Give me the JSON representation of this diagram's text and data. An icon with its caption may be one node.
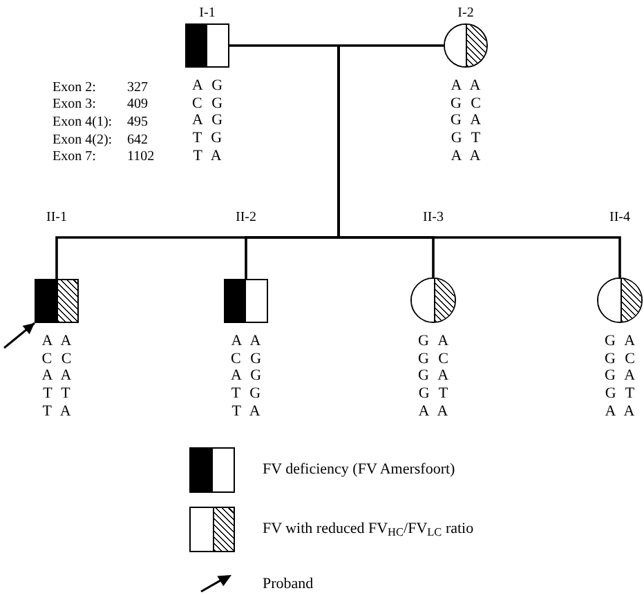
{
  "diagram": {
    "nodes": [
      {
        "text": [
          "I-1"
        ],
        "beside": [
          "A G",
          "C G",
          "A G",
          "T G",
          "T A"
        ]
      },
      {
        "text": [
          "I-2"
        ],
        "beside": [
          "A A",
          "G C",
          "G A",
          "G T",
          "A A"
        ]
      },
      {
        "text": [
          "II-1"
        ],
        "beside": [
          "A A",
          "C C",
          "A A",
          "T T",
          "T A"
        ]
      },
      {
        "text": [
          "II-2"
        ],
        "beside": [
          "A A",
          "C G",
          "A G",
          "T G",
          "T A"
        ]
      },
      {
        "text": [
          "II-3"
        ],
        "beside": [
          "G A",
          "G C",
          "G A",
          "G T",
          "A A"
        ]
      },
      {
        "text": [
          "II-4"
        ],
        "beside": [
          "G A",
          "G C",
          "G A",
          "G T",
          "A A"
        ]
      }
    ],
    "edges": [
      {
        "from": 0,
        "to": 1,
        "arrow": "none"
      },
      {
        "from": null,
        "to": 2,
        "arrow": "none"
      },
      {
        "from": null,
        "to": 3,
        "arrow": "none"
      },
      {
        "from": null,
        "to": 4,
        "arrow": "none"
      },
      {
        "from": null,
        "to": 5,
        "arrow": "none"
      },
      {
        "from": null,
        "to": 2,
        "arrow": "to"
      }
    ],
    "labels": [
      "Exon 2:",
      "327",
      "Exon 3:",
      "409",
      "Exon 4(1):",
      "495",
      "Exon 4(2):",
      "642",
      "Exon 7:",
      "1102"
    ],
    "legend": [
      {
        "text": "FV deficiency (FV Amersfoort)"
      },
      {
        "text": "FV with reduced FV$_{HC}$/FV$_{LC}$ ratio"
      },
      {
        "text": "Proband"
      }
    ]
  }
}
